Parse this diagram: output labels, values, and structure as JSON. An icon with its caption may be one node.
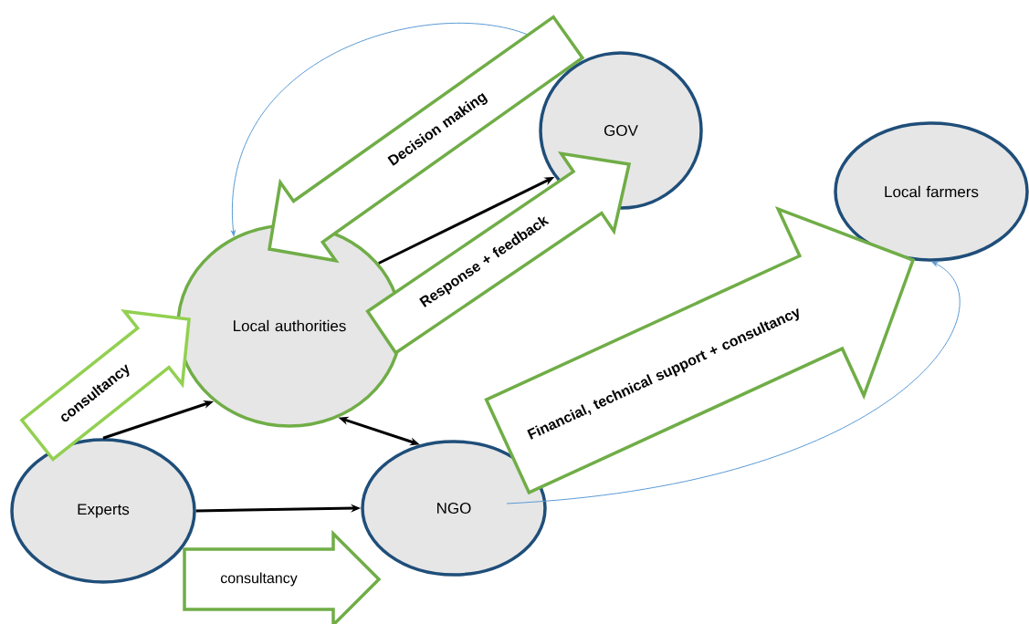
{
  "diagram": {
    "nodes": [
      {
        "text": [
          "GOV"
        ]
      },
      {
        "text": [
          "Local farmers"
        ]
      },
      {
        "text": [
          "Local authorities"
        ]
      },
      {
        "text": [
          "Experts"
        ]
      },
      {
        "text": [
          "NGO"
        ]
      }
    ],
    "edges": [
      {
        "from": 2,
        "to": 0,
        "arrow": "to"
      },
      {
        "from": 3,
        "to": 2,
        "arrow": "to"
      },
      {
        "from": 3,
        "to": 4,
        "arrow": "to"
      },
      {
        "from": 2,
        "to": 4,
        "arrow": "both"
      },
      {
        "from": null,
        "to": 2,
        "arrow": "to",
        "color": "#5b9bd5"
      },
      {
        "from": 4,
        "to": 1,
        "arrow": "to",
        "color": "#5b9bd5"
      },
      {
        "from": 0,
        "to": 2,
        "arrow": "to",
        "label": "Decision making",
        "style": "thick",
        "color": "#70ad47"
      },
      {
        "from": 2,
        "to": 0,
        "arrow": "to",
        "label": "Response + feedback",
        "style": "thick",
        "color": "#70ad47"
      },
      {
        "from": 3,
        "to": 2,
        "arrow": "to",
        "label": "consultancy",
        "style": "thick",
        "color": "#92d050"
      },
      {
        "from": 4,
        "to": 1,
        "arrow": "to",
        "label": "Financial, technical support + consultancy",
        "style": "thick",
        "color": "#70ad47"
      },
      {
        "from": 3,
        "to": 4,
        "arrow": "to",
        "label": "consultancy",
        "style": "thick",
        "color": "#70ad47"
      }
    ]
  }
}
